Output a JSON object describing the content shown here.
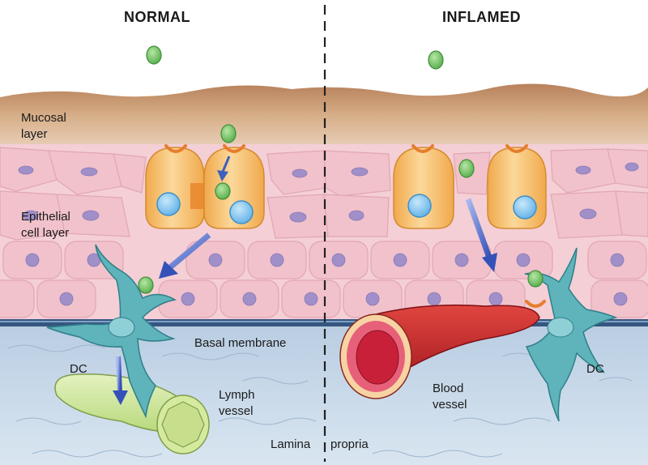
{
  "panels": {
    "left_title": "NORMAL",
    "right_title": "INFLAMED"
  },
  "labels": {
    "mucosal_line1": "Mucosal",
    "mucosal_line2": "layer",
    "epithelial_line1": "Epithelial",
    "epithelial_line2": "cell layer",
    "basal_membrane": "Basal membrane",
    "dc_left": "DC",
    "dc_right": "DC",
    "lymph_line1": "Lymph",
    "lymph_line2": "vessel",
    "blood_line1": "Blood",
    "blood_line2": "vessel",
    "lamina_word1": "Lamina",
    "lamina_word2": "propria"
  },
  "colors": {
    "mucus": "#c9a07a",
    "epithelium": "#f3c9cf",
    "cell_nucleus": "#9f8ec6",
    "enterocyte": "#f6c57a",
    "enterocyte_nucleus": "#7dc3ee",
    "lamina": "#c7d8ea",
    "basal_membrane": "#35567f",
    "dendritic_cell": "#5fb3bb",
    "lymph_vessel": "#cfe6a0",
    "blood_vessel": "#c4262b",
    "antigen": "#7cc36e",
    "receptor": "#e67d2c",
    "arrow": "#3f5fbf"
  }
}
